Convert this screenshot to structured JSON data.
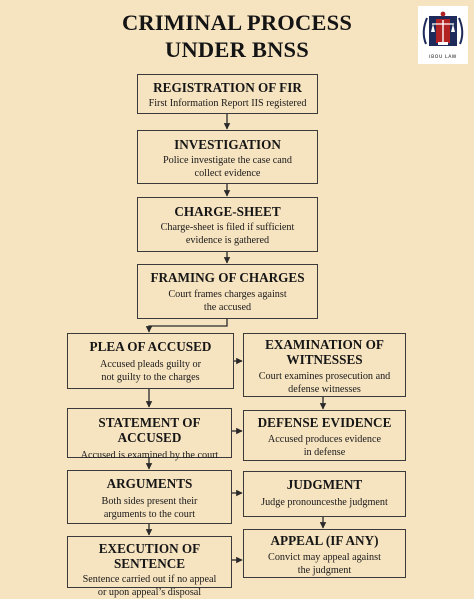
{
  "title": {
    "line1": "CRIMINAL PROCESS",
    "line2": "UNDER BNSS"
  },
  "logo": {
    "icon": "scales-of-justice-icon",
    "text": "IBOU LAW",
    "accent": "#b22222",
    "secondary": "#1e2a5a"
  },
  "colors": {
    "background": "#f6e3c0",
    "border": "#3a3a3a",
    "text": "#161616"
  },
  "steps": [
    {
      "title": "REGISTRATION OF FIR",
      "desc1": "First Information Report IIS registered",
      "desc2": ""
    },
    {
      "title": "INVESTIGATION",
      "desc1": "Police investigate the case cand",
      "desc2": "collect evidence"
    },
    {
      "title": "CHARGE-SHEET",
      "desc1": "Charge-sheet is filed if sufficient",
      "desc2": "evidence is gathered"
    },
    {
      "title": "FRAMING OF CHARGES",
      "desc1": "Court frames charges against",
      "desc2": "the accused"
    },
    {
      "title": "PLEA OF ACCUSED",
      "desc1": "Accused pleads guilty or",
      "desc2": "not guilty to the charges"
    },
    {
      "title1": "EXAMINATION OF",
      "title2": "WITNESSES",
      "desc1": "Court examines prosecution and",
      "desc2": "defense witnesses"
    },
    {
      "title": "STATEMENT OF ACCUSED",
      "desc1": "Accused is examined by the court",
      "desc2": ""
    },
    {
      "title": "DEFENSE EVIDENCE",
      "desc1": "Accused produces evidence",
      "desc2": "in defense"
    },
    {
      "title": "ARGUMENTS",
      "desc1": "Both sides present their",
      "desc2": "arguments to the court"
    },
    {
      "title": "JUDGMENT",
      "desc1": "Judge pronouncesthe judgment",
      "desc2": ""
    },
    {
      "title": "EXECUTION OF SENTENCE",
      "desc1": "Sentence carried out if no appeal",
      "desc2": "or upon appeal’s disposal"
    },
    {
      "title": "APPEAL (IF ANY)",
      "desc1": "Convict may appeal against",
      "desc2": "the judgment"
    }
  ]
}
